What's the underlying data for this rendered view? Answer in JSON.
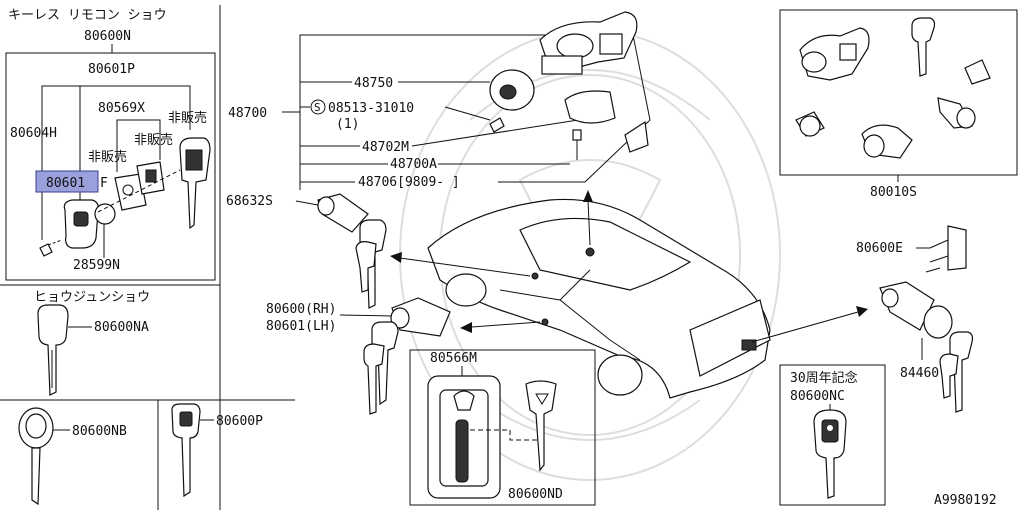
{
  "labels": {
    "keyless_header": "キーレス リモコン ショウ",
    "p80600n": "80600N",
    "p80601p": "80601P",
    "p80569x": "80569X",
    "p80604h": "80604H",
    "not_for_sale_1": "非販売",
    "not_for_sale_2": "非販売",
    "not_for_sale_3": "非販売",
    "p80601f_box": "80601",
    "p80601f_suffix": "F",
    "p28599n": "28599N",
    "hyojun_header": "ヒョウジュンショウ",
    "p80600na": "80600NA",
    "p80600nb": "80600NB",
    "p80600p": "80600P",
    "p48750": "48750",
    "p48700": "48700",
    "s_mark": "S",
    "p08513": "08513-31010",
    "p08513_qty": "(1)",
    "p48702m": "48702M",
    "p48700a": "48700A",
    "p48706": "48706[9809-  ]",
    "p68632s": "68632S",
    "p80600rh": "80600(RH)",
    "p80601lh": "80601(LH)",
    "p80566m": "80566M",
    "p80600nd": "80600ND",
    "p80010s": "80010S",
    "p80600e": "80600E",
    "p84460": "84460",
    "anniv_header": "30周年記念",
    "p80600nc": "80600NC",
    "diagram_id": "A9980192"
  },
  "colors": {
    "highlight": "#9aa0dc",
    "line": "#111111",
    "watermark": "#c8c8c8"
  }
}
